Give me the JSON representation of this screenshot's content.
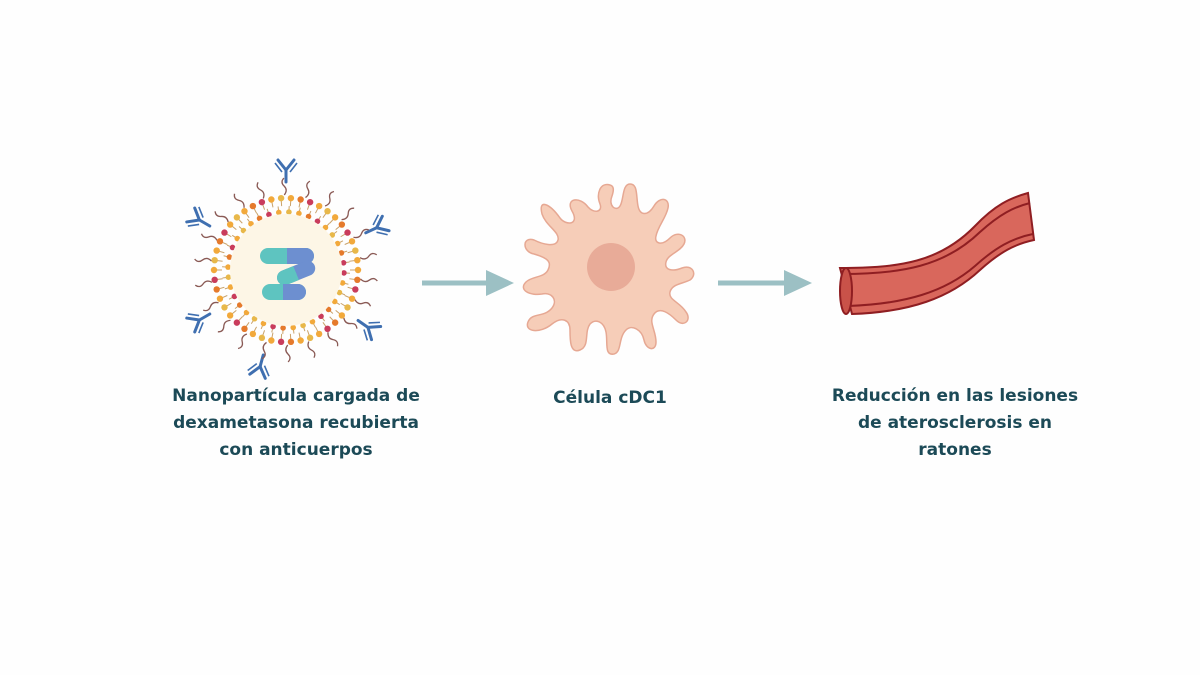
{
  "steps": [
    {
      "id": "nanoparticle",
      "lines": [
        "Nanopartícula cargada de",
        "dexametasona recubierta",
        "con anticuerpos"
      ]
    },
    {
      "id": "cell",
      "lines": [
        "Célula cDC1"
      ]
    },
    {
      "id": "reduction",
      "lines": [
        "Reducción en las lesiones",
        "de aterosclerosis en",
        "ratones"
      ]
    }
  ],
  "icons": {
    "nanoparticle": "nanoparticle-illustration",
    "cell": "dendritic-cell-illustration",
    "vessel": "blood-vessel-illustration",
    "arrow": "right-arrow"
  },
  "colors": {
    "label_text": "#1c4a57",
    "arrow": "#9cc0c4",
    "antibody": "#3f6fb0",
    "pill_teal": "#5ec4c0",
    "pill_blue": "#6d8fd0",
    "cell_body": "#f6cdb8",
    "cell_nucleus": "#e8ab98",
    "vessel_wall": "#d9675c",
    "vessel_outline": "#8f1e22"
  }
}
